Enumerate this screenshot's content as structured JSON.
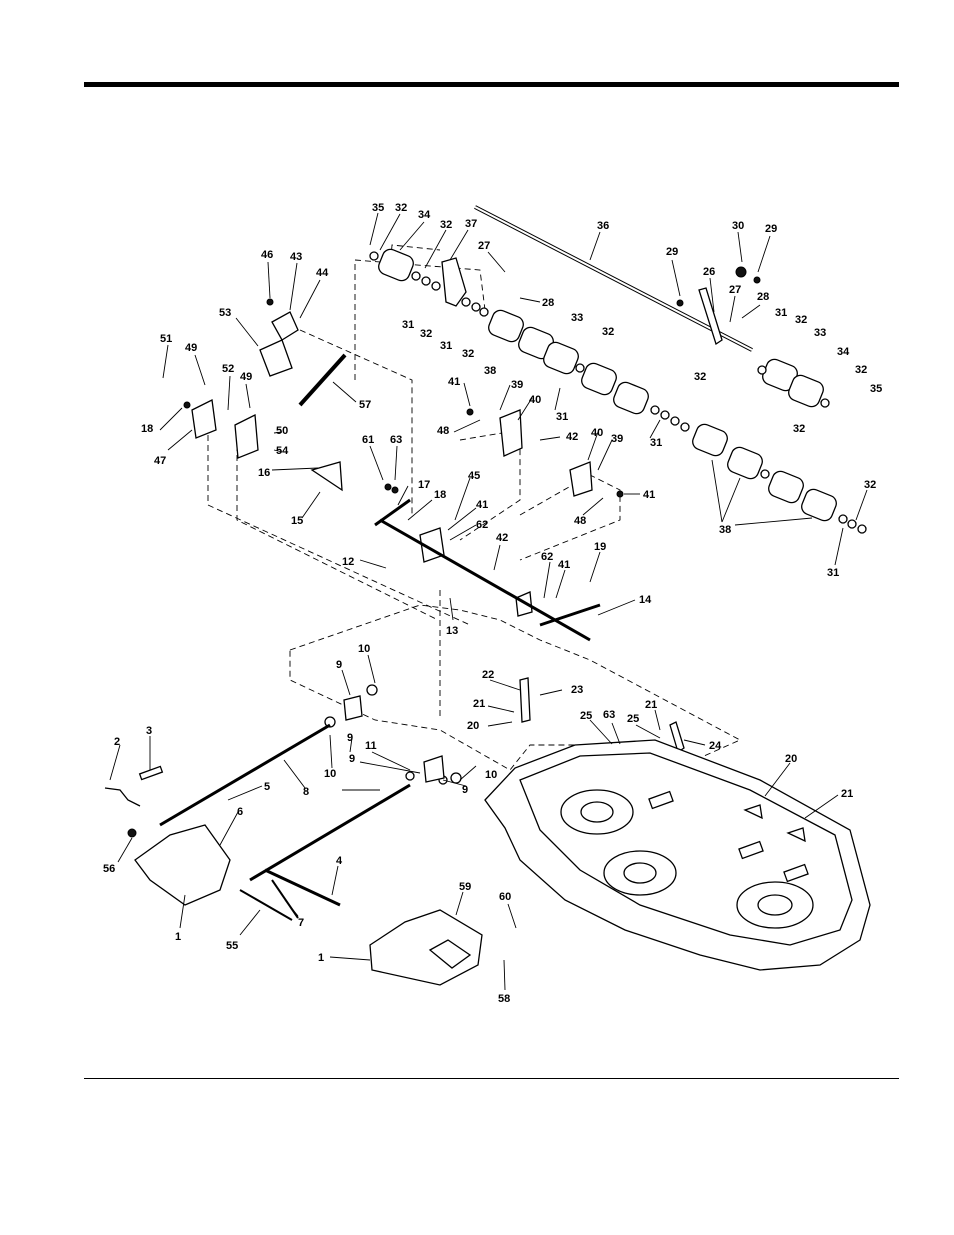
{
  "callouts": [
    {
      "id": "c35a",
      "text": "35"
    },
    {
      "id": "c32a",
      "text": "32"
    },
    {
      "id": "c34a",
      "text": "34"
    },
    {
      "id": "c32b",
      "text": "32"
    },
    {
      "id": "c37",
      "text": "37"
    },
    {
      "id": "c36",
      "text": "36"
    },
    {
      "id": "c30",
      "text": "30"
    },
    {
      "id": "c29a",
      "text": "29"
    },
    {
      "id": "c29b",
      "text": "29"
    },
    {
      "id": "c27a",
      "text": "27"
    },
    {
      "id": "c26",
      "text": "26"
    },
    {
      "id": "c27b",
      "text": "27"
    },
    {
      "id": "c28a",
      "text": "28"
    },
    {
      "id": "c28b",
      "text": "28"
    },
    {
      "id": "c46",
      "text": "46"
    },
    {
      "id": "c43",
      "text": "43"
    },
    {
      "id": "c44",
      "text": "44"
    },
    {
      "id": "c31a",
      "text": "31"
    },
    {
      "id": "c32c",
      "text": "32"
    },
    {
      "id": "c33a",
      "text": "33"
    },
    {
      "id": "c31b",
      "text": "31"
    },
    {
      "id": "c32d",
      "text": "32"
    },
    {
      "id": "c32e",
      "text": "32"
    },
    {
      "id": "c31c",
      "text": "31"
    },
    {
      "id": "c32f",
      "text": "32"
    },
    {
      "id": "c33b",
      "text": "33"
    },
    {
      "id": "c34b",
      "text": "34"
    },
    {
      "id": "c53",
      "text": "53"
    },
    {
      "id": "c38a",
      "text": "38"
    },
    {
      "id": "c32g",
      "text": "32"
    },
    {
      "id": "c35b",
      "text": "35"
    },
    {
      "id": "c51",
      "text": "51"
    },
    {
      "id": "c49a",
      "text": "49"
    },
    {
      "id": "c52",
      "text": "52"
    },
    {
      "id": "c49b",
      "text": "49"
    },
    {
      "id": "c57",
      "text": "57"
    },
    {
      "id": "c32h",
      "text": "32"
    },
    {
      "id": "c41a",
      "text": "41"
    },
    {
      "id": "c39a",
      "text": "39"
    },
    {
      "id": "c40a",
      "text": "40"
    },
    {
      "id": "c31d",
      "text": "31"
    },
    {
      "id": "c18a",
      "text": "18"
    },
    {
      "id": "c48a",
      "text": "48"
    },
    {
      "id": "c42a",
      "text": "42"
    },
    {
      "id": "c40b",
      "text": "40"
    },
    {
      "id": "c39b",
      "text": "39"
    },
    {
      "id": "c50",
      "text": "50"
    },
    {
      "id": "c61",
      "text": "61"
    },
    {
      "id": "c63a",
      "text": "63"
    },
    {
      "id": "c47",
      "text": "47"
    },
    {
      "id": "c54",
      "text": "54"
    },
    {
      "id": "c31e",
      "text": "31"
    },
    {
      "id": "c32i",
      "text": "32"
    },
    {
      "id": "c16",
      "text": "16"
    },
    {
      "id": "c45",
      "text": "45"
    },
    {
      "id": "c41b",
      "text": "41"
    },
    {
      "id": "c17",
      "text": "17"
    },
    {
      "id": "c18b",
      "text": "18"
    },
    {
      "id": "c32j",
      "text": "32"
    },
    {
      "id": "c15",
      "text": "15"
    },
    {
      "id": "c41c",
      "text": "41"
    },
    {
      "id": "c48b",
      "text": "48"
    },
    {
      "id": "c62a",
      "text": "62"
    },
    {
      "id": "c38b",
      "text": "38"
    },
    {
      "id": "c12",
      "text": "12"
    },
    {
      "id": "c42b",
      "text": "42"
    },
    {
      "id": "c19",
      "text": "19"
    },
    {
      "id": "c62b",
      "text": "62"
    },
    {
      "id": "c41d",
      "text": "41"
    },
    {
      "id": "c31f",
      "text": "31"
    },
    {
      "id": "c14",
      "text": "14"
    },
    {
      "id": "c13",
      "text": "13"
    },
    {
      "id": "c10a",
      "text": "10"
    },
    {
      "id": "c9a",
      "text": "9"
    },
    {
      "id": "c22",
      "text": "22"
    },
    {
      "id": "c23",
      "text": "23"
    },
    {
      "id": "c21a",
      "text": "21"
    },
    {
      "id": "c20a",
      "text": "20"
    },
    {
      "id": "c25a",
      "text": "25"
    },
    {
      "id": "c63b",
      "text": "63"
    },
    {
      "id": "c25b",
      "text": "25"
    },
    {
      "id": "c21b",
      "text": "21"
    },
    {
      "id": "c24",
      "text": "24"
    },
    {
      "id": "c2",
      "text": "2"
    },
    {
      "id": "c3",
      "text": "3"
    },
    {
      "id": "c9b",
      "text": "9"
    },
    {
      "id": "c11",
      "text": "11"
    },
    {
      "id": "c10b",
      "text": "10"
    },
    {
      "id": "c9c",
      "text": "9"
    },
    {
      "id": "c10c",
      "text": "10"
    },
    {
      "id": "c20b",
      "text": "20"
    },
    {
      "id": "c5",
      "text": "5"
    },
    {
      "id": "c8",
      "text": "8"
    },
    {
      "id": "c9d",
      "text": "9"
    },
    {
      "id": "c21c",
      "text": "21"
    },
    {
      "id": "c6",
      "text": "6"
    },
    {
      "id": "c56",
      "text": "56"
    },
    {
      "id": "c4",
      "text": "4"
    },
    {
      "id": "c59",
      "text": "59"
    },
    {
      "id": "c60",
      "text": "60"
    },
    {
      "id": "c1a",
      "text": "1"
    },
    {
      "id": "c7",
      "text": "7"
    },
    {
      "id": "c55",
      "text": "55"
    },
    {
      "id": "c1b",
      "text": "1"
    },
    {
      "id": "c58",
      "text": "58"
    }
  ]
}
